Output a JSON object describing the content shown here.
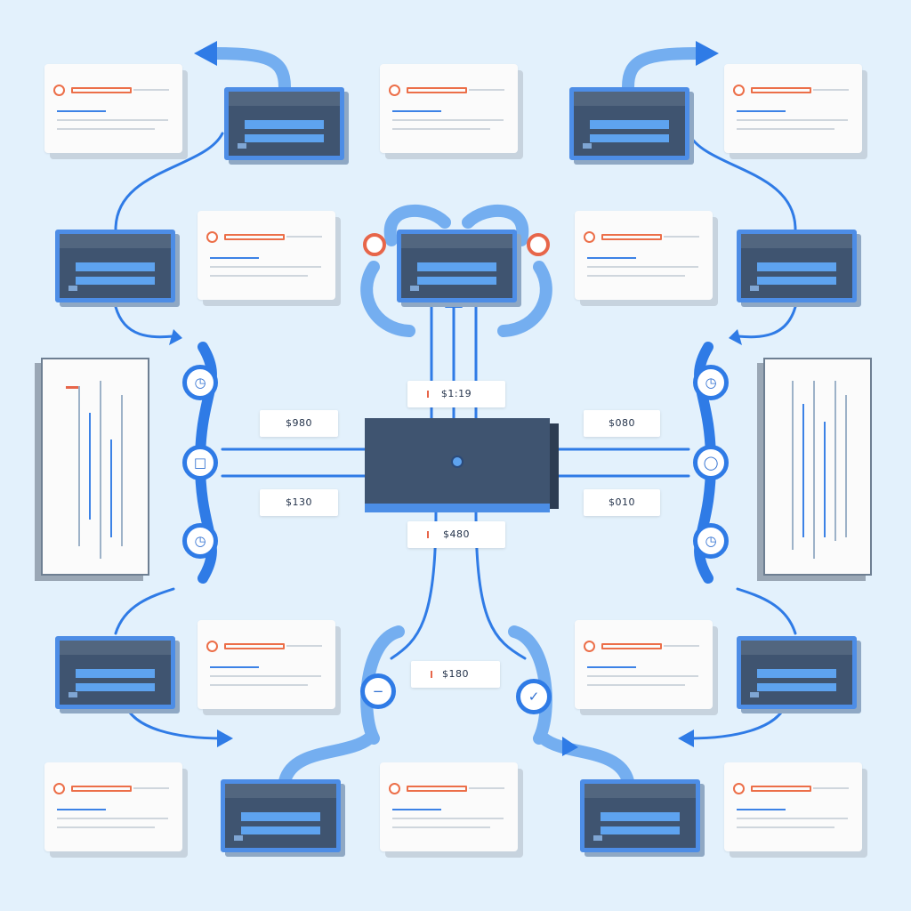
{
  "diagram": {
    "colors": {
      "background": "#e3f1fc",
      "connector": "#2f7be6",
      "connector_light": "#74aef0",
      "hub": "#3f5470",
      "accent": "#ec6f49"
    },
    "price_labels": {
      "top": "$1:19",
      "left_upper": "$980",
      "left_lower": "$130",
      "right_upper": "$080",
      "right_lower": "$010",
      "bottom": "$480",
      "bottom_lower": "$180"
    },
    "icons": {
      "hub": "router-icon",
      "junction": "clock-icon",
      "check": "check-icon"
    }
  }
}
